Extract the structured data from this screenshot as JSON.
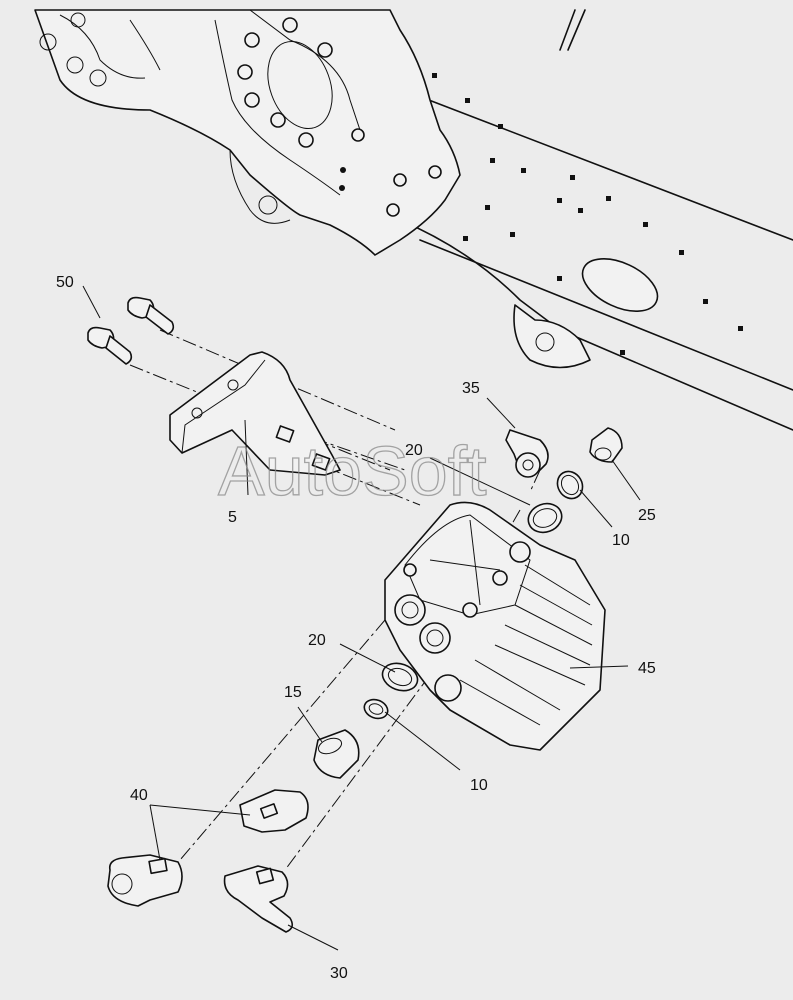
{
  "watermark": "AutoSoft",
  "callouts": {
    "c5": "5",
    "c10a": "10",
    "c10b": "10",
    "c15": "15",
    "c20a": "20",
    "c20b": "20",
    "c25": "25",
    "c30": "30",
    "c35": "35",
    "c40": "40",
    "c45": "45",
    "c50": "50"
  }
}
